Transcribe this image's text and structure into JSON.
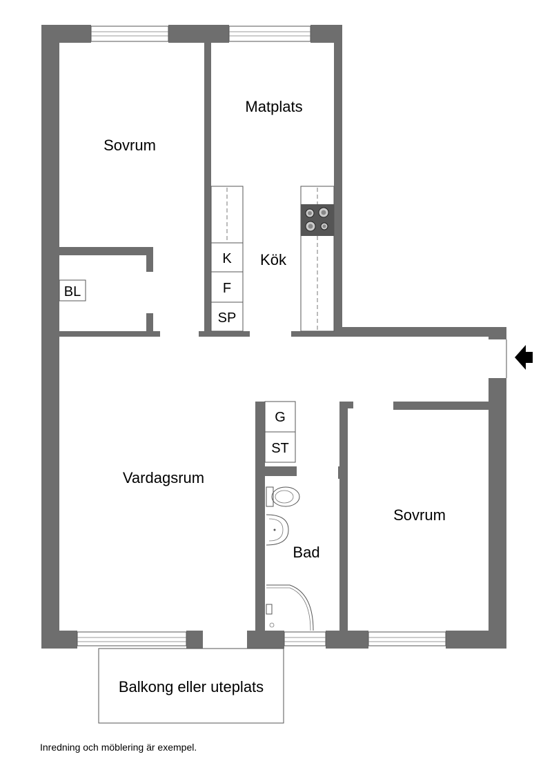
{
  "rooms": {
    "sovrum_top": "Sovrum",
    "matplats": "Matplats",
    "kok": "Kök",
    "vardagsrum": "Vardagsrum",
    "bad": "Bad",
    "sovrum_right": "Sovrum"
  },
  "fixtures": {
    "bl": "BL",
    "k": "K",
    "f": "F",
    "sp": "SP",
    "g": "G",
    "st": "ST"
  },
  "balcony": "Balkong eller uteplats",
  "note": "Inredning och möblering är exempel.",
  "colors": {
    "wall": "#6e6e6e",
    "lines": "#555555",
    "background": "#ffffff"
  },
  "icons": {
    "entrance": "entrance-arrow-icon"
  }
}
